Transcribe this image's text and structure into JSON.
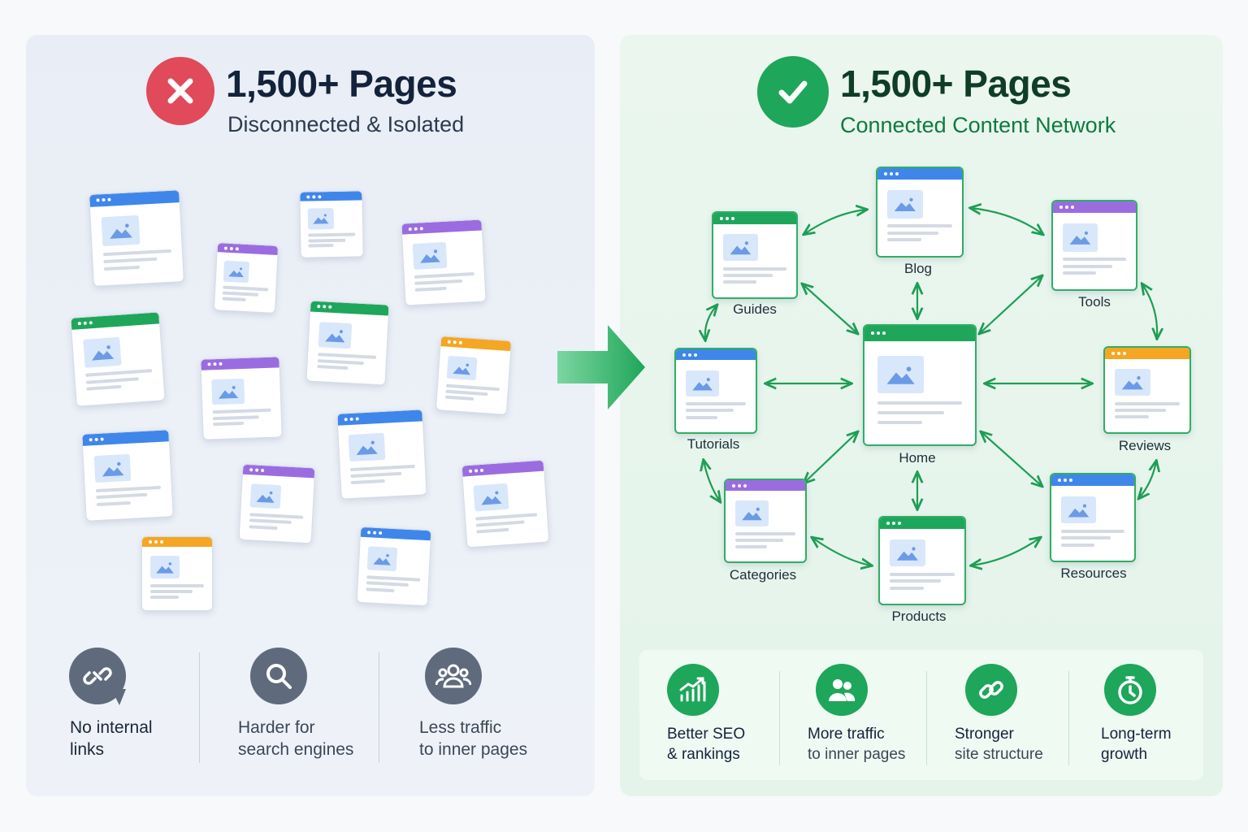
{
  "left": {
    "title": "1,500+ Pages",
    "subtitle": "Disconnected & Isolated",
    "badge_icon": "x-icon",
    "badge_color": "#e04a5a",
    "benefits": [
      {
        "line1": "No internal",
        "line2": "links",
        "icon": "broken-link-icon"
      },
      {
        "line1": "Harder for",
        "line2": "search engines",
        "icon": "search-icon"
      },
      {
        "line1": "Less traffic",
        "line2": "to inner pages",
        "icon": "users-icon"
      }
    ]
  },
  "right": {
    "title": "1,500+ Pages",
    "subtitle": "Connected Content Network",
    "badge_icon": "check-icon",
    "badge_color": "#1ea65a",
    "nodes": [
      "Home",
      "Blog",
      "Tools",
      "Reviews",
      "Resources",
      "Products",
      "Categories",
      "Tutorials",
      "Guides"
    ],
    "benefits": [
      {
        "line1": "Better SEO",
        "line2": "& rankings",
        "icon": "growth-chart-icon"
      },
      {
        "line1": "More traffic",
        "line2": "to inner pages",
        "icon": "users-icon"
      },
      {
        "line1": "Stronger",
        "line2": "site structure",
        "icon": "link-icon"
      },
      {
        "line1": "Long-term",
        "line2": "growth",
        "icon": "stopwatch-icon"
      }
    ]
  },
  "colors": {
    "blue": "#3f86ea",
    "purple": "#9b6ce0",
    "green": "#1ea65a",
    "orange": "#f5a623",
    "red": "#e04a5a",
    "dark_text": "#14233b",
    "green_text": "#0f7a3f",
    "gray_icon": "#5f6b7c"
  }
}
